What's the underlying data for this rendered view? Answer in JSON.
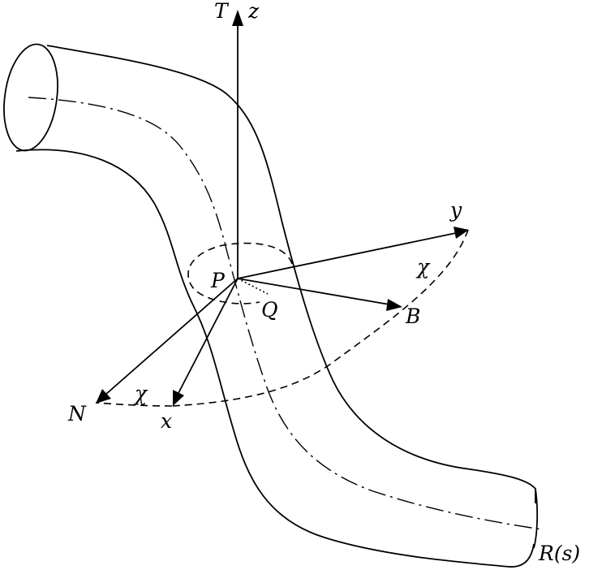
{
  "labels": {
    "T": "T",
    "z": "z",
    "y": "y",
    "chi_top": "χ",
    "P": "P",
    "Q": "Q",
    "B": "B",
    "N": "N",
    "chi_bottom": "χ",
    "x": "x",
    "Rs": "R(s)"
  }
}
